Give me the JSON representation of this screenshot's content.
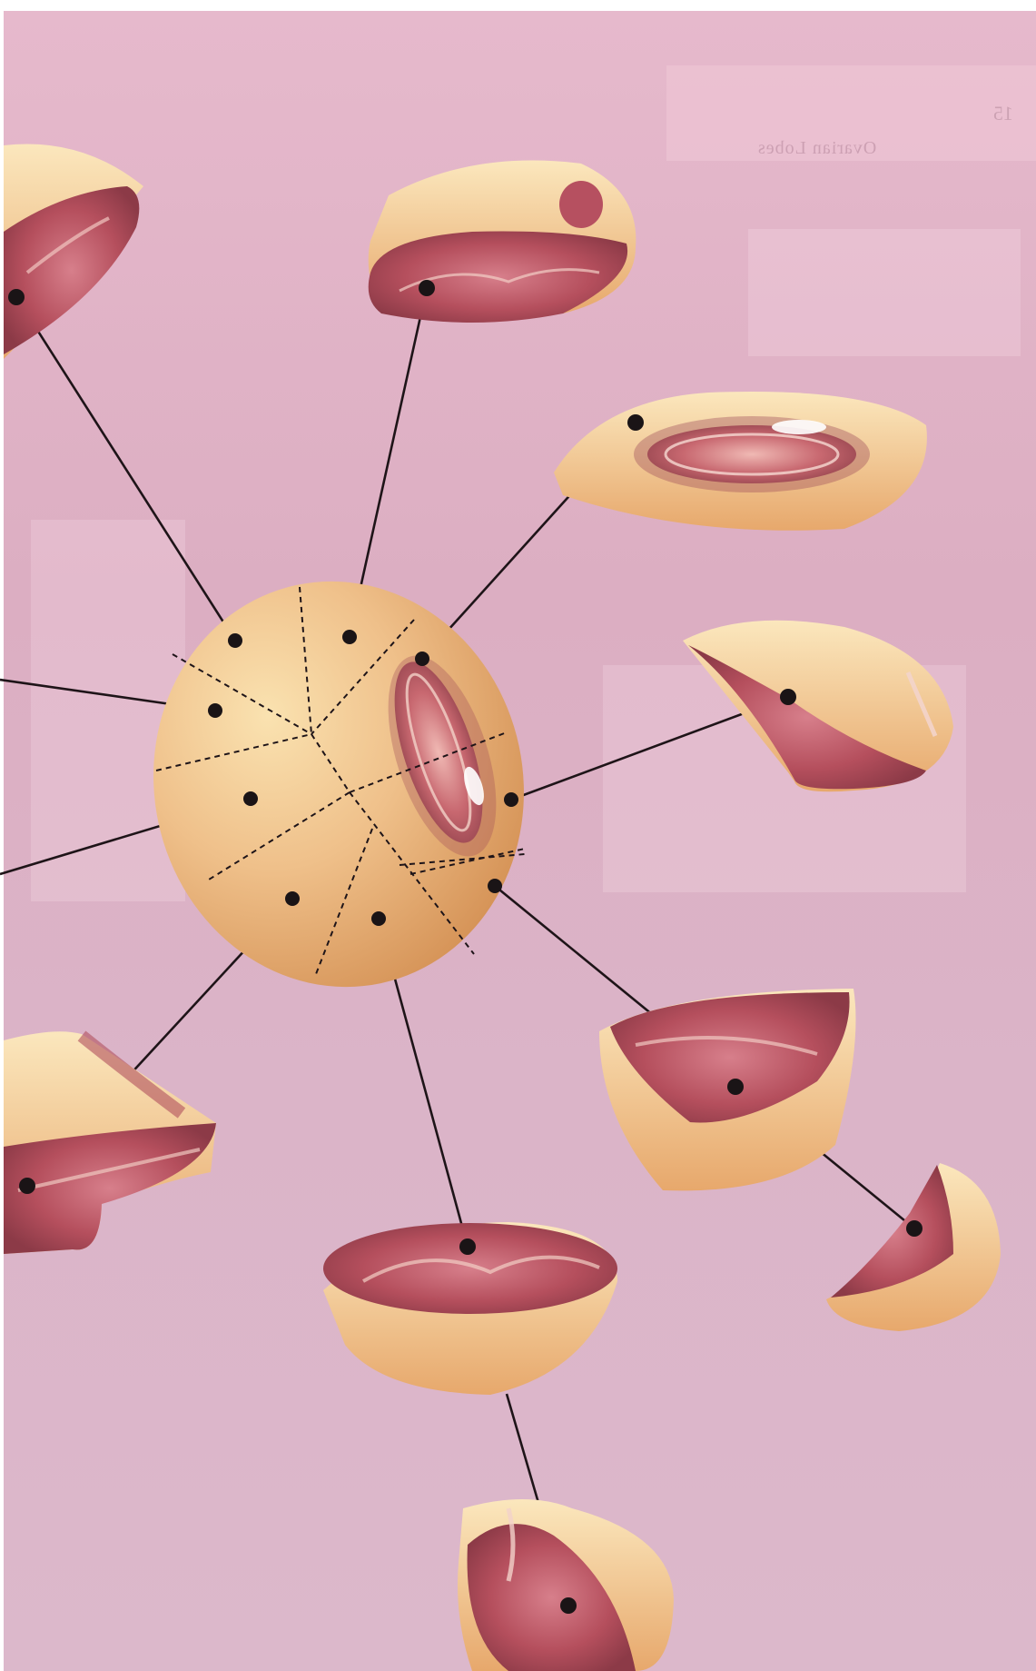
{
  "page": {
    "bleed_page_number": "15",
    "bleed_heading": "Ovarian Lobes"
  },
  "colors": {
    "background": "#dfb2c6",
    "skin": "#eab77d",
    "cut_tissue": "#b04a57",
    "connector": "#1e1418",
    "pointer_dot": "#1a1416"
  },
  "diagram": {
    "central_object": "sectioned-ovoid",
    "section_count": 11,
    "callout_count": 11
  }
}
